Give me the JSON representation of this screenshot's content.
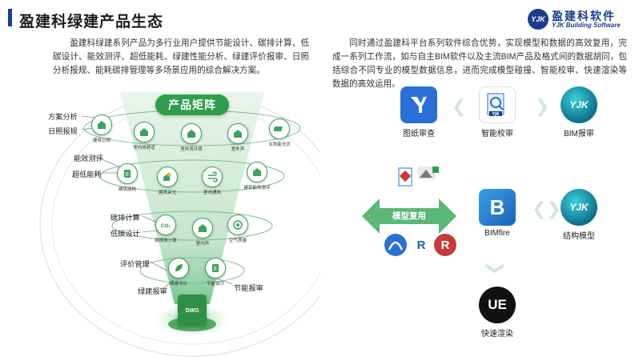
{
  "header": {
    "title": "盈建科绿建产品生态",
    "logo_mark": "YJK",
    "logo_cn": "盈建科软件",
    "logo_en": "YJK Building Software"
  },
  "intro": {
    "left": "盈建科绿建系列产品为多行业用户提供节能设计、碳排计算、低碳设计、能效测评、超低能耗、绿建性能分析、绿建评价报审、日照分析报规、能耗碳排管理等多场景应用的综合解决方案。",
    "right": "同时通过盈建科平台系列软件综合优势，实现模型和数据的高效复用，完成一系列工作流，如与自主BIM软件以及主流BIM产品及格式间的数据胡同，包括综合不同专业的模型数据信息，进而完成模型碰撞、智能校审、快速渲染等数据的高效运用。"
  },
  "matrix": {
    "title": "产品矩阵",
    "side_labels": [
      "方案分析",
      "日照报规",
      "能效测评",
      "超低能耗",
      "碳排计算",
      "低碳设计",
      "评价管理",
      "绿建报审",
      "节能报审"
    ],
    "nodes": [
      "建筑日照",
      "室内热舒适",
      "室外风环境",
      "室外声",
      "太阳能光伏",
      "建筑能耗",
      "建筑采光",
      "室内通风",
      "建筑能效测评",
      "碳排放计算",
      "室内声",
      "空气质量",
      "绿建评价",
      "节能设计"
    ],
    "dwg_label": "DWG"
  },
  "workflow": {
    "model_reuse": "模型复用",
    "apps": {
      "drawing_review": "图纸审查",
      "smart_check": "智能校审",
      "bim_report": "BIM报审",
      "bimfire": "BIMfire",
      "structure_model": "结构模型",
      "fast_render": "快速渲染"
    },
    "icon_text": {
      "yjk": "YJK",
      "ue": "UE",
      "bimfire_letter": "B",
      "check_badge": "YJK",
      "revit": "R",
      "rhino": "R"
    }
  },
  "colors": {
    "brand_blue": "#1a3d8f",
    "matrix_green": "#2f9e4c",
    "arrow_green": "#5bb877"
  }
}
